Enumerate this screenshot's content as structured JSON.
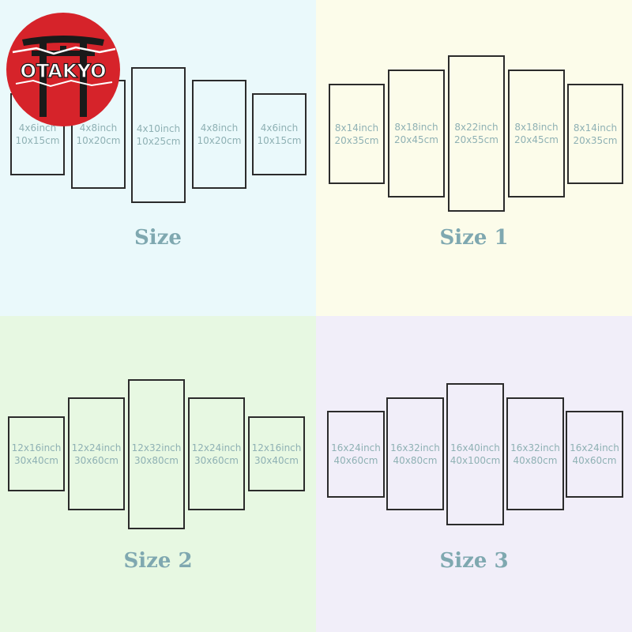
{
  "logo": {
    "text": "OTAKYO",
    "color": "#d6232a"
  },
  "colors": {
    "q0": "#eaf9fb",
    "q1": "#fcfcea",
    "q2": "#e7f8e2",
    "q3": "#f1eef9",
    "title": "#7fa8b0",
    "label": "#8fb1b4"
  },
  "sizes": [
    {
      "title": "Size",
      "panels": [
        {
          "l1": "4x6inch",
          "l2": "10x15cm"
        },
        {
          "l1": "4x8inch",
          "l2": "10x20cm"
        },
        {
          "l1": "4x10inch",
          "l2": "10x25cm"
        },
        {
          "l1": "4x8inch",
          "l2": "10x20cm"
        },
        {
          "l1": "4x6inch",
          "l2": "10x15cm"
        }
      ]
    },
    {
      "title": "Size 1",
      "panels": [
        {
          "l1": "8x14inch",
          "l2": "20x35cm"
        },
        {
          "l1": "8x18inch",
          "l2": "20x45cm"
        },
        {
          "l1": "8x22inch",
          "l2": "20x55cm"
        },
        {
          "l1": "8x18inch",
          "l2": "20x45cm"
        },
        {
          "l1": "8x14inch",
          "l2": "20x35cm"
        }
      ]
    },
    {
      "title": "Size 2",
      "panels": [
        {
          "l1": "12x16inch",
          "l2": "30x40cm"
        },
        {
          "l1": "12x24inch",
          "l2": "30x60cm"
        },
        {
          "l1": "12x32inch",
          "l2": "30x80cm"
        },
        {
          "l1": "12x24inch",
          "l2": "30x60cm"
        },
        {
          "l1": "12x16inch",
          "l2": "30x40cm"
        }
      ]
    },
    {
      "title": "Size 3",
      "panels": [
        {
          "l1": "16x24inch",
          "l2": "40x60cm"
        },
        {
          "l1": "16x32inch",
          "l2": "40x80cm"
        },
        {
          "l1": "16x40inch",
          "l2": "40x100cm"
        },
        {
          "l1": "16x32inch",
          "l2": "40x80cm"
        },
        {
          "l1": "16x24inch",
          "l2": "40x60cm"
        }
      ]
    }
  ]
}
